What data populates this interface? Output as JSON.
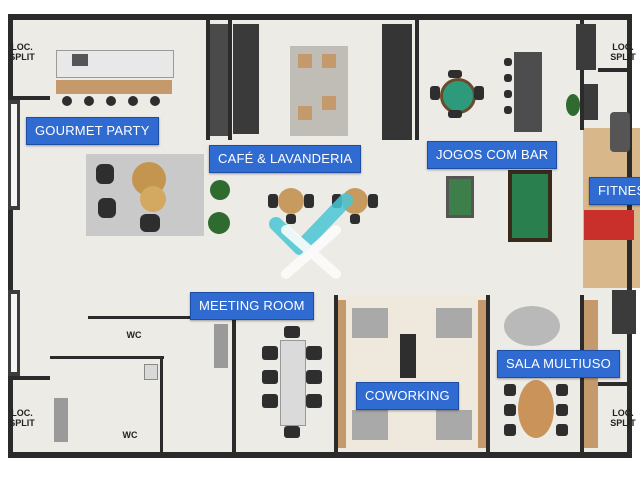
{
  "rooms": {
    "gourmet_party": "GOURMET PARTY",
    "cafe_lavanderia": "CAFÉ & LAVANDERIA",
    "jogos_com_bar": "JOGOS COM BAR",
    "fitness": "FITNES",
    "meeting_room": "MEETING ROOM",
    "coworking": "COWORKING",
    "sala_multiuso": "SALA MULTIUSO"
  },
  "utility": {
    "loc_split_tl": "LOC.\nSPLIT",
    "loc_split_tr": "LOC.\nSPLIT",
    "loc_split_bl": "LOC.\nSPLIT",
    "loc_split_br": "LOC.\nSPLIT",
    "wc_1": "WC",
    "wc_2": "WC"
  },
  "colors": {
    "label_bg": "#2f6bd1",
    "floor": "#ecebe6",
    "watermark": "#49c6d6"
  }
}
